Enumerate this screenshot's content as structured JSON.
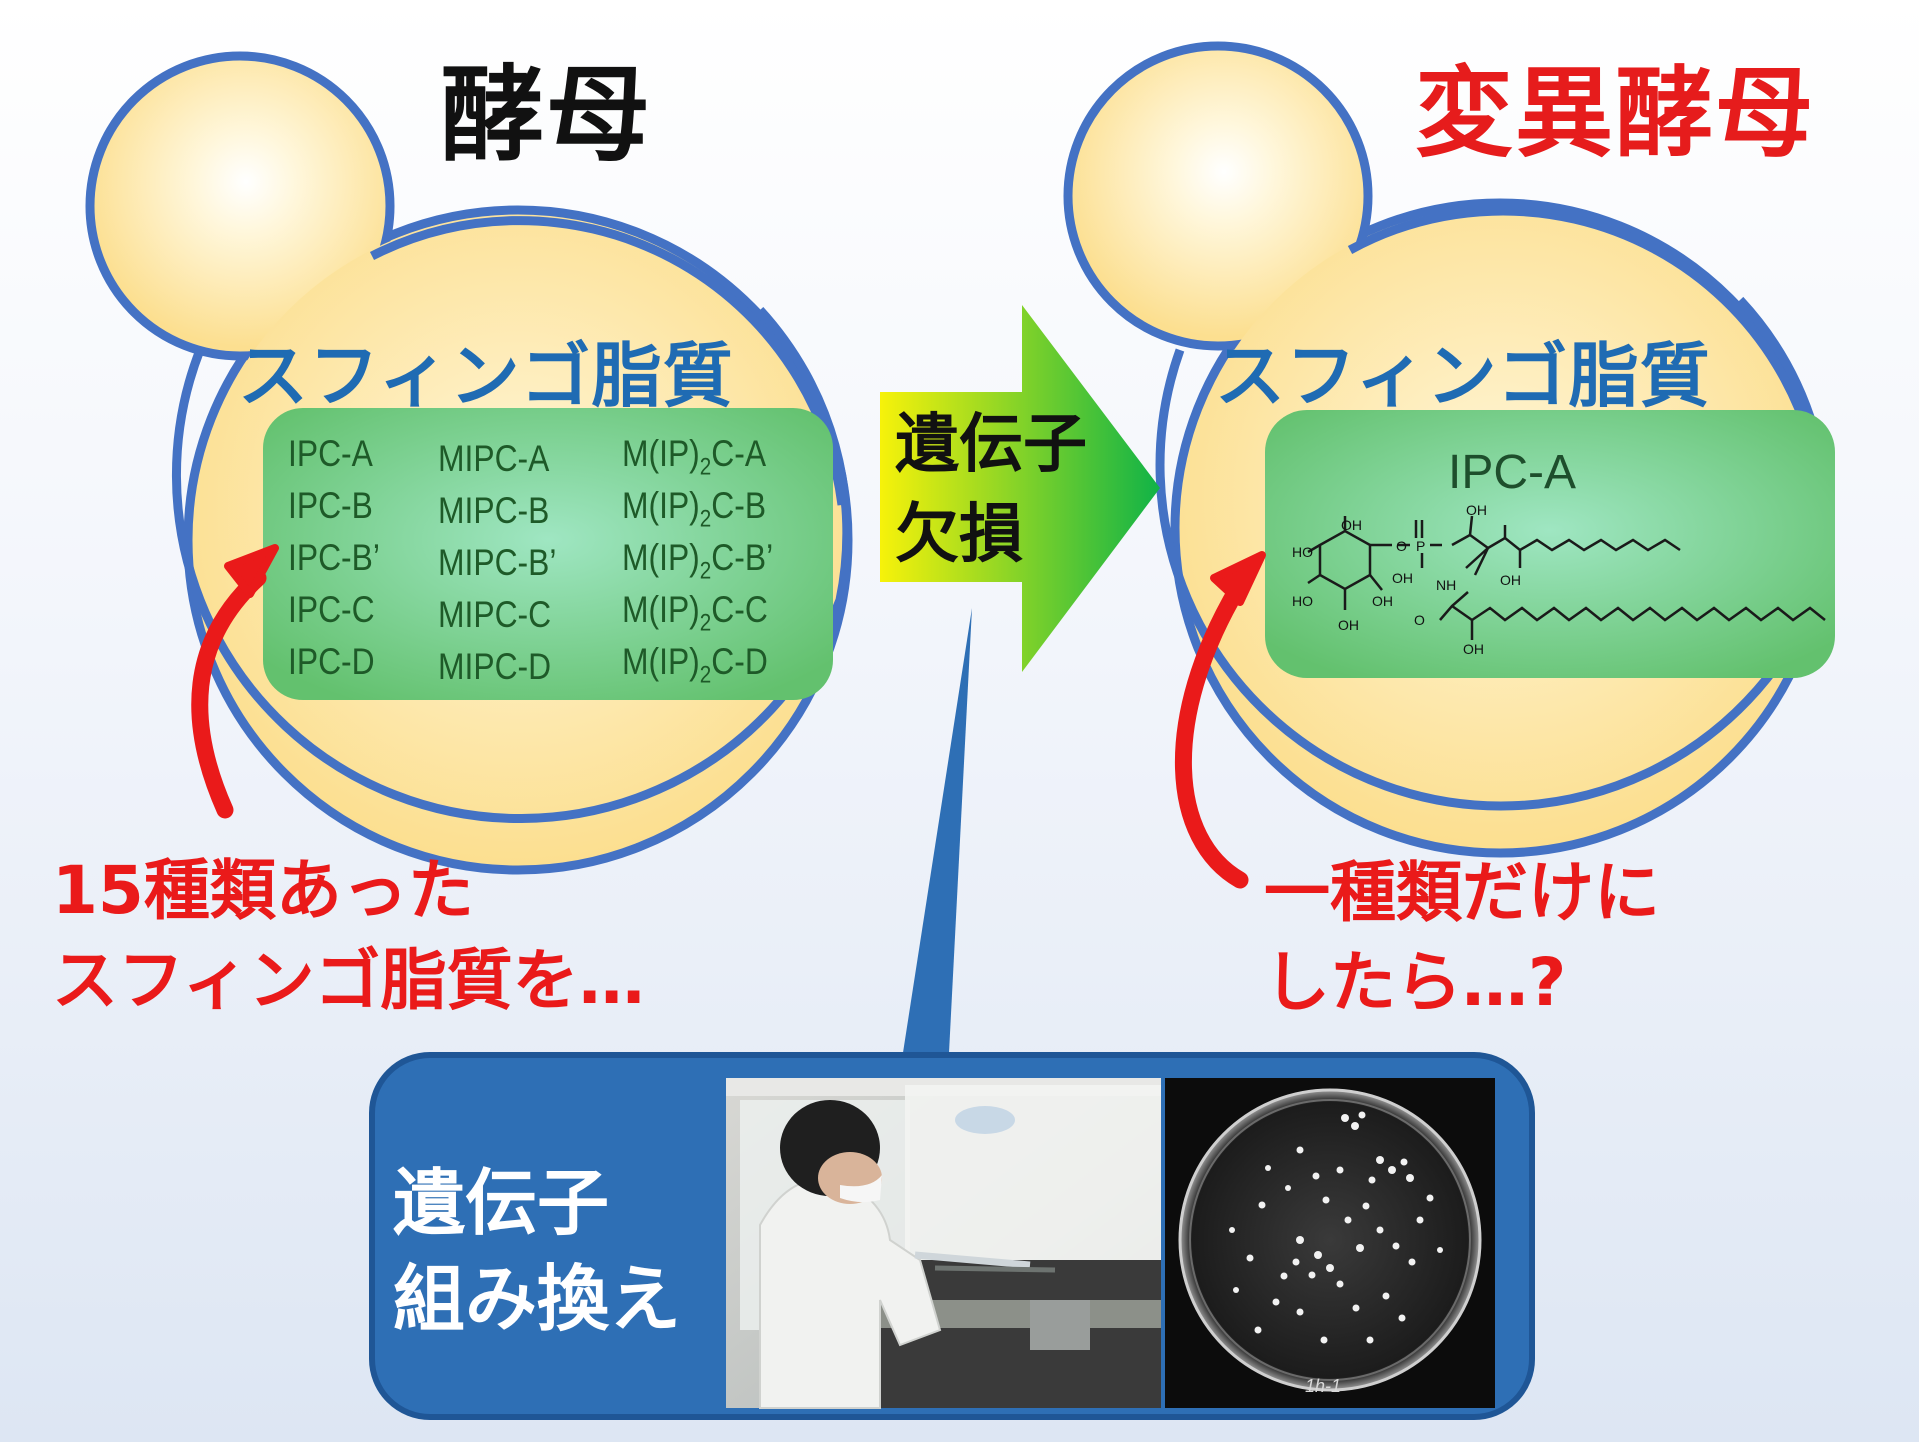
{
  "titles": {
    "wild_type": "酵母",
    "mutant": "変異酵母"
  },
  "left_cell": {
    "label": "スフィンゴ脂質",
    "lipids": {
      "col1": [
        "IPC-A",
        "IPC-B",
        "IPC-B’",
        "IPC-C",
        "IPC-D"
      ],
      "col2": [
        "MIPC-A",
        "MIPC-B",
        "MIPC-B’",
        "MIPC-C",
        "MIPC-D"
      ],
      "col3_prefix": "M(IP)",
      "col3_sub": "2",
      "col3_suffixes": [
        "C-A",
        "C-B",
        "C-B’",
        "C-C",
        "C-D"
      ]
    },
    "note_line1": "15種類あった",
    "note_line2": "スフィンゴ脂質を…"
  },
  "right_cell": {
    "label": "スフィンゴ脂質",
    "lipid_name": "IPC-A",
    "structure_atoms": [
      "OH",
      "HO",
      "O",
      "P",
      "NH",
      "OH",
      "OH",
      "HO",
      "OH",
      "OH",
      "OH",
      "O",
      "OH"
    ],
    "note_line1": "一種類だけに",
    "note_line2": "したら…?"
  },
  "arrow": {
    "line1": "遺伝子",
    "line2": "欠損"
  },
  "recombination": {
    "line1": "遺伝子",
    "line2": "組み換え",
    "dish_label": "1h-1"
  },
  "colors": {
    "cell_fill": "#fde8a8",
    "cell_border": "#4472c4",
    "panel_fill": "#7fd49a",
    "arrow_start": "#f7f20a",
    "arrow_end": "#10b347",
    "note_red": "#ea1a1a",
    "label_blue": "#1f6bb3",
    "callout_blue": "#2e6fb5"
  }
}
